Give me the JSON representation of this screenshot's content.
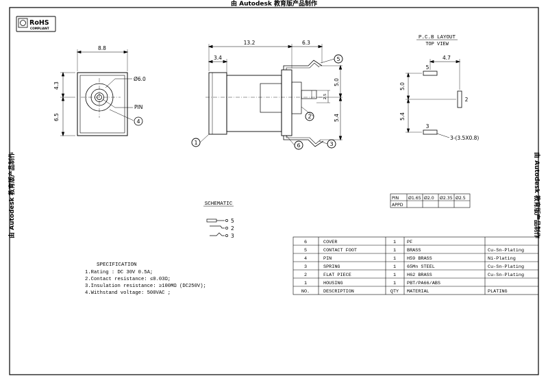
{
  "watermark": {
    "top": "由 Autodesk 教育版产品制作",
    "left": "由 Autodesk 教育版产品制作",
    "right": "由 Autodesk 教育版产品制作"
  },
  "rohs": {
    "line1": "RoHS",
    "line2": "COMPLIANT"
  },
  "front_view": {
    "width_dim": "8.8",
    "upper_dim": "4.3",
    "lower_dim": "6.5",
    "diameter_label": "Ø6.0",
    "pin_label": "PIN",
    "callout": "4"
  },
  "side_view": {
    "length_dim": "13.2",
    "right_dim": "6.3",
    "left_dim": "3.4",
    "h1_dim": "5.0",
    "h2_dim": "2.5",
    "h3_dim": "5.4",
    "callouts": [
      "1",
      "2",
      "3",
      "5",
      "6"
    ]
  },
  "pcb_layout": {
    "title": "P.C.B LAYOUT",
    "subtitle": "TOP VIEW",
    "dim_top": "4.7",
    "dim_upper": "5.0",
    "dim_lower": "5.4",
    "pads": [
      "5",
      "2",
      "3"
    ],
    "slot_label": "3-(3.5X0.8)"
  },
  "pin_table": {
    "header": [
      "PIN",
      "Ø1.65",
      "Ø2.0",
      "Ø2.35",
      "Ø2.5"
    ],
    "row": [
      "APPD",
      "",
      "",
      "",
      ""
    ]
  },
  "schematic": {
    "title": "SCHEMATIC",
    "pins": [
      "5",
      "2",
      "3"
    ]
  },
  "specification": {
    "title": "SPECIFICATION",
    "lines": [
      "1.Rating : DC 30V 0.5A;",
      "2.Contact resistance: ≤0.03Ω;",
      "3.Insulation resistance: ≥100MΩ (DC250V);",
      "4.Withstand voltage: 500VAC ;"
    ]
  },
  "bom": {
    "rows": [
      [
        "6",
        "COVER",
        "1",
        "PF",
        ""
      ],
      [
        "5",
        "CONTACT FOOT",
        "1",
        "BRASS",
        "Cu-Sn-Plating"
      ],
      [
        "4",
        "PIN",
        "1",
        "H59 BRASS",
        "Ni-Plating"
      ],
      [
        "3",
        "SPRING",
        "1",
        "65Mn STEEL",
        "Cu-Sn-Plating"
      ],
      [
        "2",
        "FLAT PIECE",
        "1",
        "H62 BRASS",
        "Cu-Sn-Plating"
      ],
      [
        "1",
        "HOUSING",
        "1",
        "PBT/PA66/ABS",
        ""
      ]
    ],
    "header": [
      "NO.",
      "DESCRIPTION",
      "QTY",
      "MATERIAL",
      "PLATING"
    ]
  }
}
